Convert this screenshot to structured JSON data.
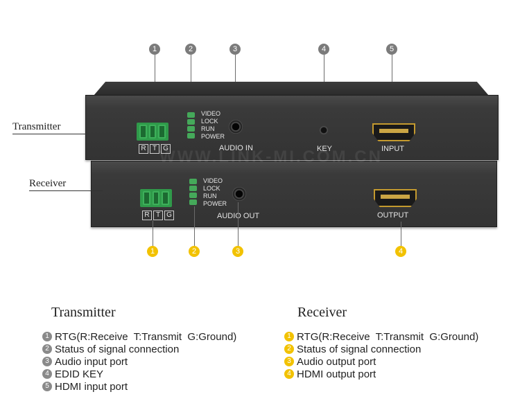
{
  "watermark": "WWW.LINK-MI.COM.CN",
  "transmitter_device": {
    "label": "Transmitter",
    "rtg": [
      "R",
      "T",
      "G"
    ],
    "leds": [
      "VIDEO",
      "LOCK",
      "RUN",
      "POWER"
    ],
    "audio_label": "AUDIO IN",
    "key_label": "KEY",
    "hdmi_label": "INPUT",
    "markers": [
      "1",
      "2",
      "3",
      "4",
      "5"
    ]
  },
  "receiver_device": {
    "label": "Receiver",
    "rtg": [
      "R",
      "T",
      "G"
    ],
    "leds": [
      "VIDEO",
      "LOCK",
      "RUN",
      "POWER"
    ],
    "audio_label": "AUDIO OUT",
    "hdmi_label": "OUTPUT",
    "markers": [
      "1",
      "2",
      "3",
      "4"
    ]
  },
  "legend": {
    "transmitter": {
      "title": "Transmitter",
      "items": [
        {
          "num": "1",
          "text": "RTG(R:Receive  T:Transmit  G:Ground)"
        },
        {
          "num": "2",
          "text": "Status of signal connection"
        },
        {
          "num": "3",
          "text": "Audio input port"
        },
        {
          "num": "4",
          "text": "EDID KEY"
        },
        {
          "num": "5",
          "text": "HDMI input port"
        }
      ]
    },
    "receiver": {
      "title": "Receiver",
      "items": [
        {
          "num": "1",
          "text": "RTG(R:Receive  T:Transmit  G:Ground)"
        },
        {
          "num": "2",
          "text": "Status of signal connection"
        },
        {
          "num": "3",
          "text": "Audio output port"
        },
        {
          "num": "4",
          "text": "HDMI output port"
        }
      ]
    }
  },
  "colors": {
    "device_body": "#3a3a3a",
    "terminal_green": "#2f9a4a",
    "hdmi_gold": "#c49a2e",
    "marker_gray": "#7b7b7b",
    "marker_yellow": "#f2c200"
  }
}
